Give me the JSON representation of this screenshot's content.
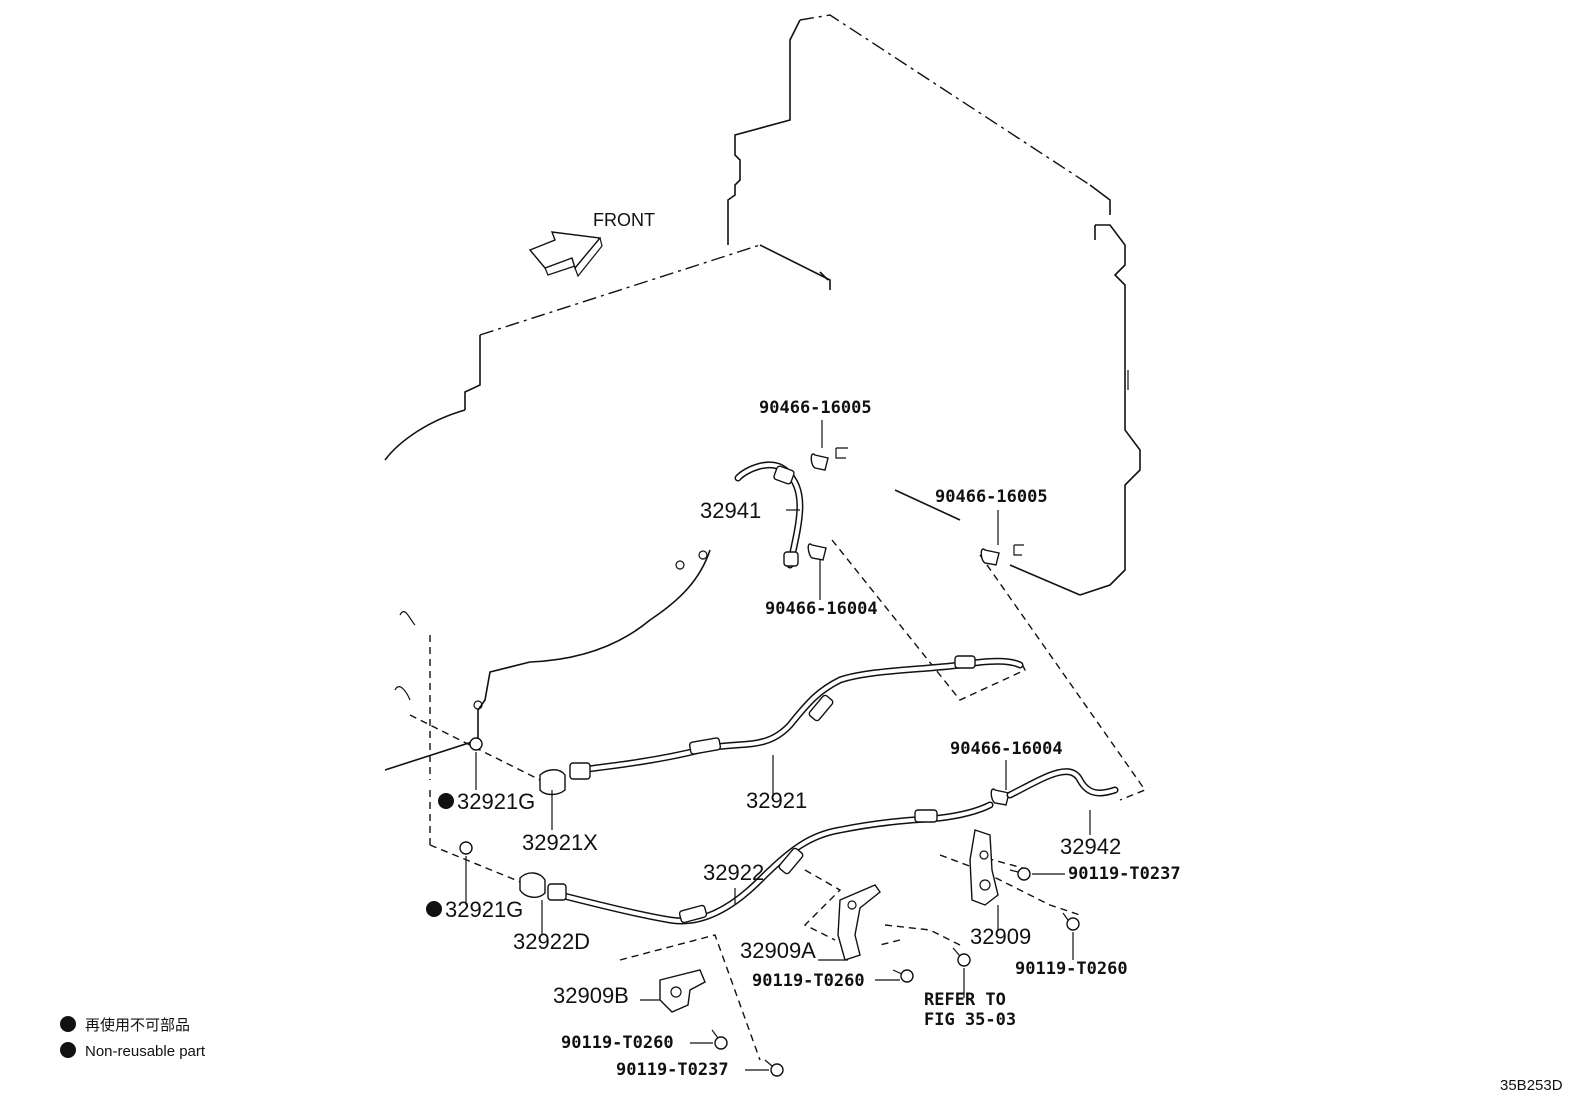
{
  "direction_label": "FRONT",
  "callouts": {
    "clamp_top": "90466-16005",
    "clamp_right": "90466-16005",
    "hose_32941": "32941",
    "clamp_mid": "90466-16004",
    "clamp_lower_right": "90466-16004",
    "gasket_upper": "32921G",
    "union_32921x": "32921X",
    "tube_32921": "32921",
    "hose_32942": "32942",
    "tube_32922": "32922",
    "bolt_t0237_right": "90119-T0237",
    "gasket_lower": "32921G",
    "union_32922d": "32922D",
    "bracket_32909": "32909",
    "bracket_32909a": "32909A",
    "bolt_t0260_right": "90119-T0260",
    "bolt_t0260_mid": "90119-T0260",
    "bracket_32909b": "32909B",
    "bolt_t0260_left": "90119-T0260",
    "bolt_t0237_left": "90119-T0237",
    "refer_line1": "REFER TO",
    "refer_line2": "FIG 35-03"
  },
  "legend": {
    "items": [
      {
        "marker": "filled-dot",
        "label": "再使用不可部品"
      },
      {
        "marker": "filled-dot",
        "label": "Non-reusable part"
      }
    ]
  },
  "figure_code": "35B253D"
}
